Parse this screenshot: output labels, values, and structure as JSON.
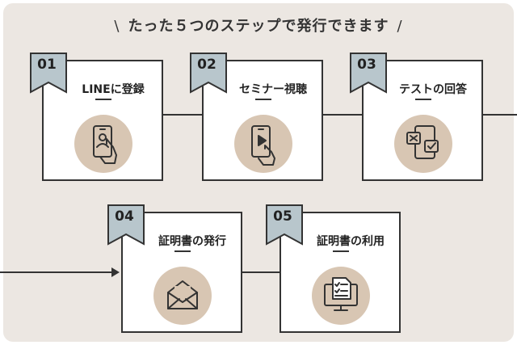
{
  "title": {
    "text": "たった５つのステップで発行できます",
    "left_slash": "\\",
    "right_slash": "/"
  },
  "steps": [
    {
      "number": "01",
      "label": "LINEに登録",
      "icon": "smartphone-person-icon"
    },
    {
      "number": "02",
      "label": "セミナー視聴",
      "icon": "video-play-phone-icon"
    },
    {
      "number": "03",
      "label": "テストの回答",
      "icon": "test-answer-phone-icon"
    },
    {
      "number": "04",
      "label": "証明書の発行",
      "icon": "envelope-open-icon"
    },
    {
      "number": "05",
      "label": "証明書の利用",
      "icon": "certificate-monitor-icon"
    }
  ],
  "colors": {
    "panel": "#ece7e2",
    "badge": "#b8c6cc",
    "icon_circle": "#d8c6b3",
    "line": "#333333"
  }
}
